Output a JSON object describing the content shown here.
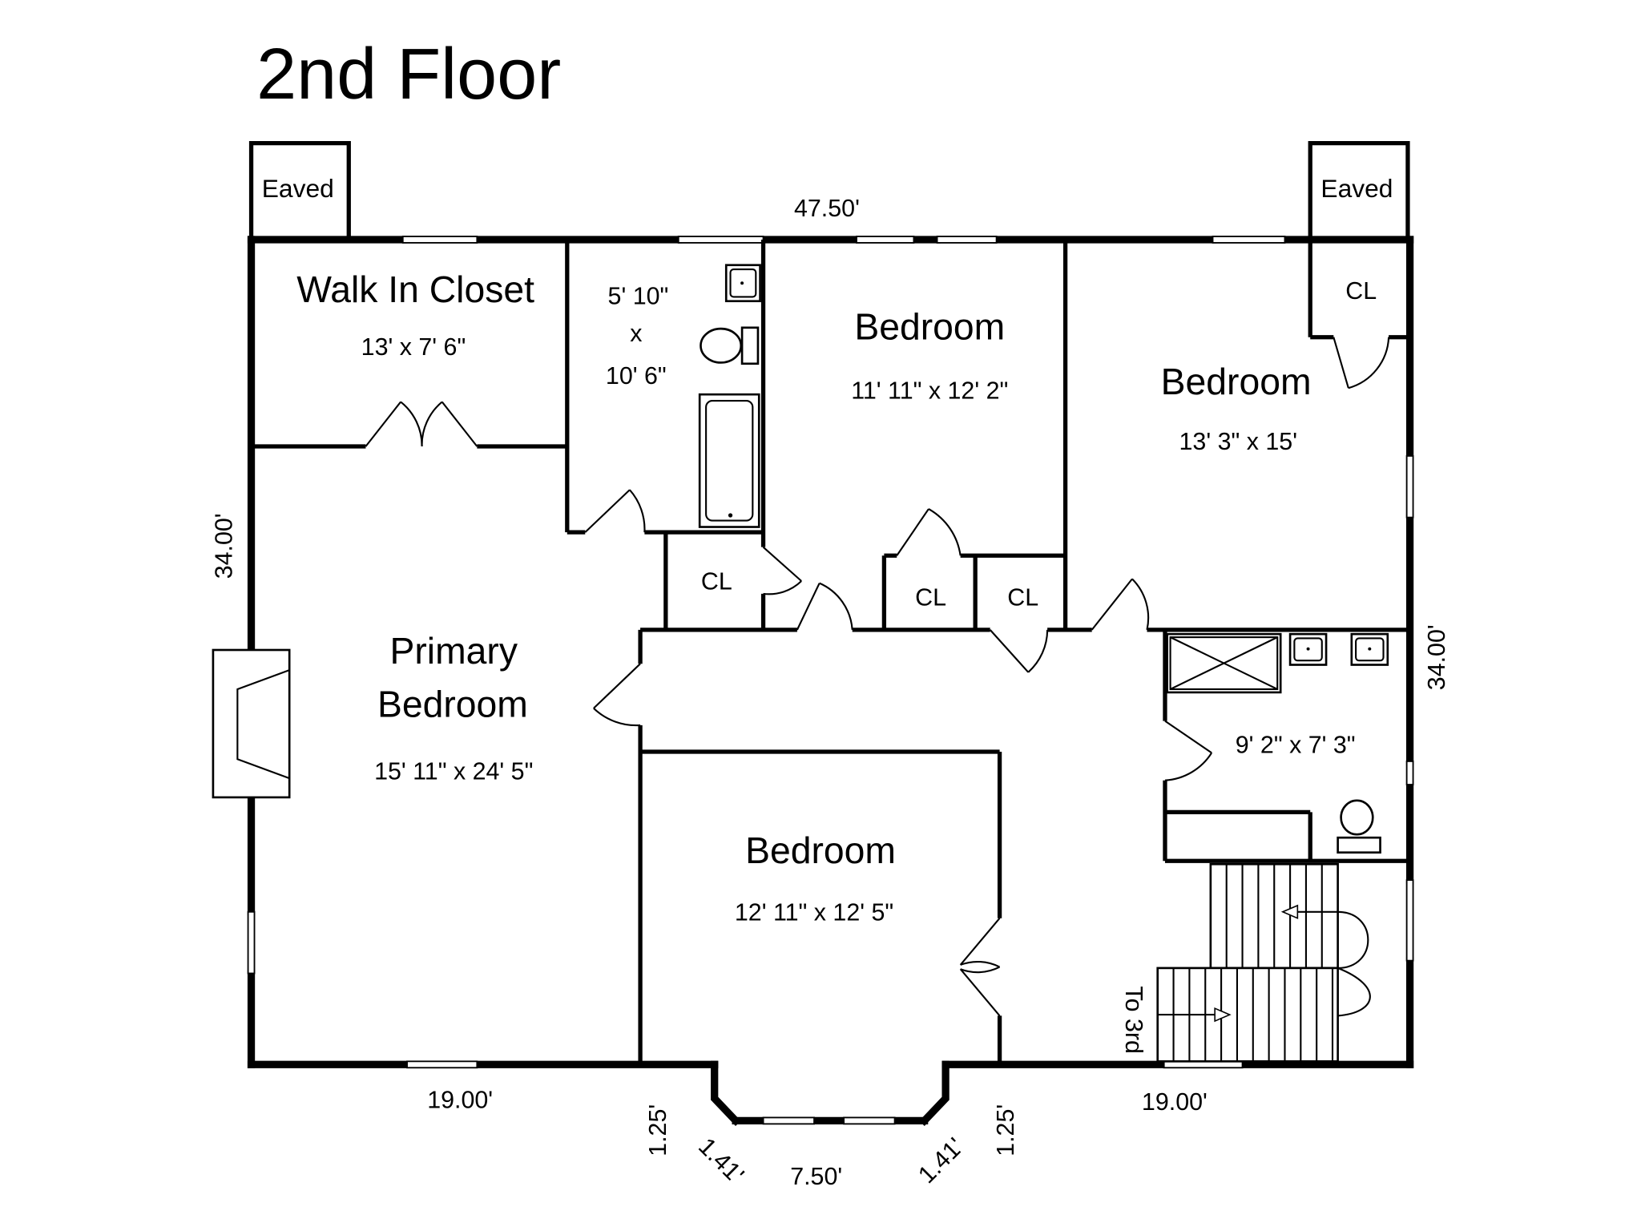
{
  "title": "2nd Floor",
  "rooms": {
    "walk_in_closet": {
      "name": "Walk In Closet",
      "size": "13' x 7' 6\""
    },
    "hall_bath": {
      "size_line1": "5' 10\"",
      "size_line2": "x",
      "size_line3": "10' 6\""
    },
    "bedroom_center": {
      "name": "Bedroom",
      "size": "11' 11\" x 12' 2\""
    },
    "bedroom_right": {
      "name": "Bedroom",
      "size": "13' 3\" x 15'"
    },
    "primary_bedroom": {
      "name_line1": "Primary",
      "name_line2": "Bedroom",
      "size": "15' 11\" x 24' 5\""
    },
    "primary_bath": {
      "size": "9' 2\" x 7' 3\""
    },
    "bedroom_bottom": {
      "name": "Bedroom",
      "size": "12' 11\" x 12' 5\""
    }
  },
  "labels": {
    "eaved_left": "Eaved",
    "eaved_right": "Eaved",
    "closet_a": "CL",
    "closet_b": "CL",
    "closet_c": "CL",
    "closet_d": "CL",
    "stairs": "To 3rd"
  },
  "dimensions": {
    "top": "47.50'",
    "left": "34.00'",
    "right": "34.00'",
    "bottom_left": "19.00'",
    "bottom_right": "19.00'",
    "bay_left_short": "1.25'",
    "bay_left_angle": "1.41'",
    "bay_center": "7.50'",
    "bay_right_angle": "1.41'",
    "bay_right_short": "1.25'"
  }
}
